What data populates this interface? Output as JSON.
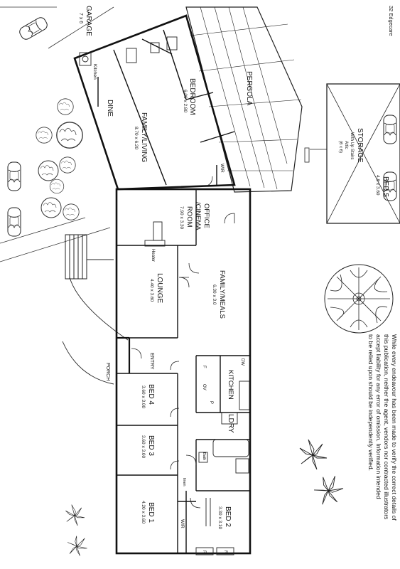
{
  "address": "32 Edgecare",
  "disclaimer": [
    "While every endeavour has been made to verify the correct details of",
    "this publication, neither the agent, vendors nor contracted illustrators",
    "accept liability for any error of omission. Information intended",
    "to be relied upon should be independently verified."
  ],
  "rooms": {
    "garage": {
      "name": "GARAGE",
      "size": "7 x 6"
    },
    "kitchen_small": {
      "name": "Kitchen"
    },
    "dine": {
      "name": "DINE"
    },
    "bedroom": {
      "name": "BEDROOM",
      "size": "6.00 x 2.80"
    },
    "pergola": {
      "name": "PERGOLA"
    },
    "family_living": {
      "name": "FAMILY/LIVING",
      "size": "8.70 x 6.20"
    },
    "wir_top": {
      "name": "WIR"
    },
    "office": {
      "line1": "OFFICE",
      "line2": "/CINEMA",
      "line3": "ROOM",
      "size": "7.90 x 3.30"
    },
    "storage": {
      "name": "STORAGE",
      "note1": "With Up Stairs",
      "note2": "Attic",
      "note3": "(6 x 6)"
    },
    "bed5": {
      "name": "BED 5",
      "size": "4.8 x 3.60"
    },
    "heater": {
      "name": "Heater"
    },
    "lounge": {
      "name": "LOUNGE",
      "size": "4.40 x 3.60"
    },
    "family_meals": {
      "name": "FAMILY/MEALS",
      "size": "6.30 x 3.0"
    },
    "entry": {
      "name": "ENTRY"
    },
    "porch": {
      "name": "PORCH"
    },
    "dw": {
      "name": "DW"
    },
    "kitchen": {
      "name": "KITCHEN"
    },
    "fridge": {
      "name": "F"
    },
    "oven": {
      "name": "OV"
    },
    "pantry": {
      "name": "P"
    },
    "bed4": {
      "name": "BED 4",
      "size": "3.60 x 3.00"
    },
    "ldry": {
      "name": "LDRY"
    },
    "bed3": {
      "name": "BED 3",
      "size": "3.60 x 3.00"
    },
    "bath": {
      "name": "Bath"
    },
    "bed1": {
      "name": "BED 1",
      "size": "4.20 x 3.60"
    },
    "wir_bottom": {
      "name": "WIR"
    },
    "bed2": {
      "name": "BED 2",
      "size": "3.30 x 3.10"
    },
    "linen": {
      "name": "linen"
    },
    "r1": {
      "name": "R"
    },
    "r2": {
      "name": "R"
    }
  }
}
